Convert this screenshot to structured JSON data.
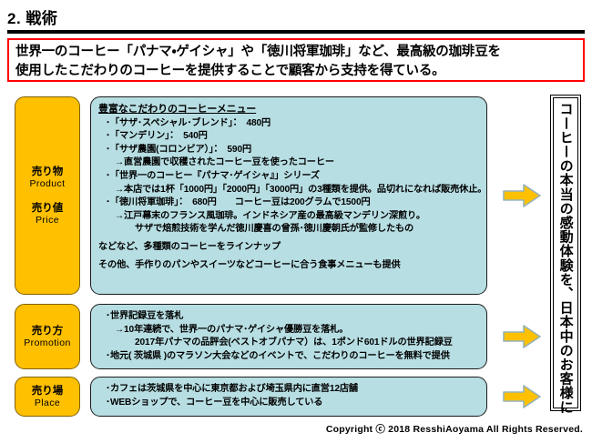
{
  "slide": {
    "title": "2. 戦術",
    "headline_lines": [
      "世界一のコーヒー「パナマ・ゲイシャ」や「徳川将軍珈琲」など、最高級の珈琲豆を",
      "使用したこだわりのコーヒーを提供することで顧客から支持を得ている。"
    ]
  },
  "sections": [
    {
      "labels": [
        {
          "jp": "売り物",
          "en": "Product"
        },
        {
          "jp": "売り値",
          "en": "Price"
        }
      ],
      "lines": [
        {
          "text": "豊富なこだわりのコーヒーメニュー",
          "style": "hdr"
        },
        {
          "text": "･「サザ･スペシャル･ブレンド」：　480円",
          "style": "ind1"
        },
        {
          "text": "･「マンデリン」：　540円",
          "style": "ind1"
        },
        {
          "text": "･「サザ農園(コロンビア）」：　590円",
          "style": "ind1"
        },
        {
          "text": "→直営農園で収穫されたコーヒー豆を使ったコーヒー",
          "style": "ind2"
        },
        {
          "text": "･「世界一のコーヒー『パナマ･ゲイシャ』」シリーズ",
          "style": "ind1"
        },
        {
          "text": "→本店では1杯「1000円」「2000円」「3000円」の3種類を提供。品切れになれば販売休止。",
          "style": "ind2"
        },
        {
          "text": "･「徳川将軍珈琲」：　680円　　コーヒー豆は200グラムで1500円",
          "style": "ind1"
        },
        {
          "text": "→江戸幕末のフランス風珈琲。インドネシア産の最高級マンデリン深煎り。",
          "style": "ind2"
        },
        {
          "text": "サザで焙煎技術を学んだ徳川慶喜の曾孫･徳川慶朝氏が監修したもの",
          "style": "ind3"
        },
        {
          "text": "などなど、多種類のコーヒーをラインナップ",
          "style": "ind0 gap-top"
        },
        {
          "text": "その他、手作りのパンやスイーツなどコーヒーに合う食事メニューも提供",
          "style": "ind0 gap-top"
        }
      ]
    },
    {
      "labels": [
        {
          "jp": "売り方",
          "en": "Promotion"
        }
      ],
      "lines": [
        {
          "text": "･世界記録豆を落札",
          "style": "ind1"
        },
        {
          "text": "→10年連続で、世界一のパナマ･ゲイシャ優勝豆を落札。",
          "style": "ind2"
        },
        {
          "text": "2017年パナマの品評会(ベストオブパナマ）は、1ポンド601ドルの世界記録豆",
          "style": "ind3"
        },
        {
          "text": "･地元( 茨城県 )のマラソン大会などのイベントで、こだわりのコーヒーを無料で提供",
          "style": "ind1"
        }
      ]
    },
    {
      "labels": [
        {
          "jp": "売り場",
          "en": "Place"
        }
      ],
      "lines": [
        {
          "text": "･カフェは茨城県を中心に東京都および埼玉県内に直営12店舗",
          "style": "ind1"
        },
        {
          "text": "･WEBショップで、コーヒー豆を中心に販売している",
          "style": "ind1"
        }
      ]
    }
  ],
  "conclusion": {
    "vertical_text": "コーヒーの本当の感動体験を、日本中のお客様に"
  },
  "footer": {
    "copyright": "Copyright ⓒ 2018 ResshiAoyama All Rights Reserved."
  },
  "colors": {
    "label_fill": "#FFC000",
    "content_fill": "#B7DEE3",
    "headline_border": "#FF0000",
    "arrow_fill": "#FFC000",
    "arrow_stroke": "#95B3B8"
  }
}
